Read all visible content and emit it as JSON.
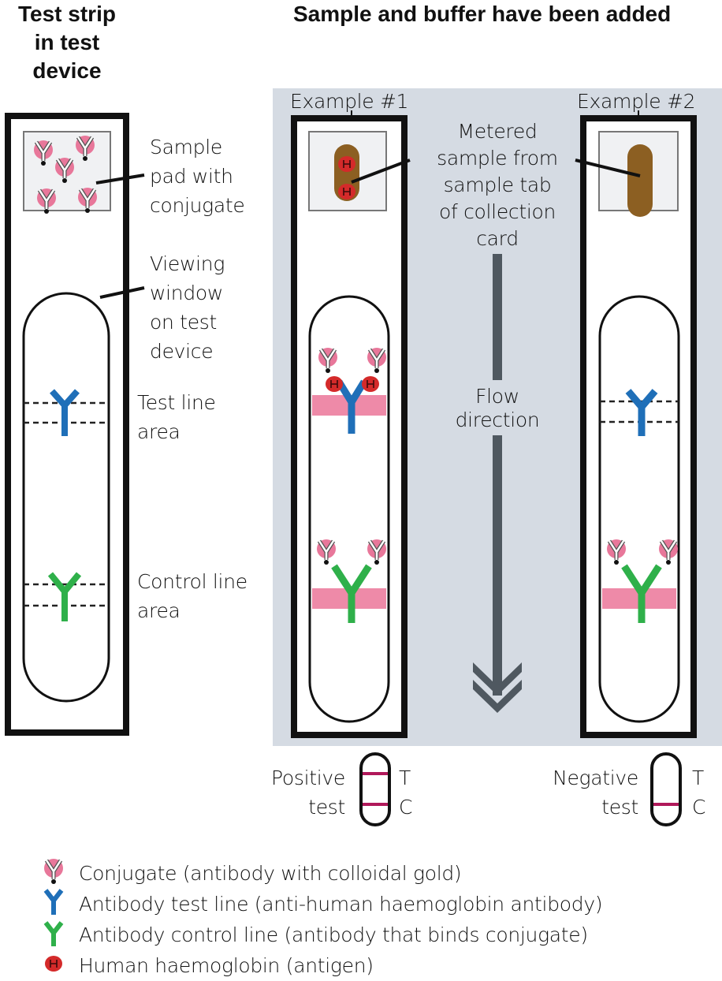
{
  "titles": {
    "left": "Test strip in test device",
    "left_lines": [
      "Test strip",
      "in test",
      "device"
    ],
    "right": "Sample and buffer have been added"
  },
  "examples": {
    "ex1": "Example #1",
    "ex2": "Example #2"
  },
  "labels": {
    "sample_pad": [
      "Sample",
      "pad with",
      "conjugate"
    ],
    "viewing_window": [
      "Viewing",
      "window",
      "on test",
      "device"
    ],
    "test_line": [
      "Test line",
      "area"
    ],
    "control_line": [
      "Control line",
      "area"
    ],
    "metered_sample": [
      "Metered",
      "sample from",
      "sample tab",
      "of collection",
      "card"
    ],
    "flow": [
      "Flow",
      "direction"
    ]
  },
  "results": {
    "positive": {
      "line1": "Positive",
      "line2": "test",
      "t": "T",
      "c": "C",
      "test_line_visible": true,
      "control_line_visible": true
    },
    "negative": {
      "line1": "Negative",
      "line2": "test",
      "t": "T",
      "c": "C",
      "test_line_visible": false,
      "control_line_visible": true
    }
  },
  "legend": [
    {
      "icon": "conjugate-icon",
      "text": "Conjugate (antibody with colloidal gold)"
    },
    {
      "icon": "test-antibody-icon",
      "text": "Antibody test line (anti-human haemoglobin antibody)"
    },
    {
      "icon": "control-antibody-icon",
      "text": "Antibody control line (antibody that binds conjugate)"
    },
    {
      "icon": "haemoglobin-icon",
      "text": "Human haemoglobin (antigen)"
    }
  ],
  "colors": {
    "panel_bg": "#d5dbe3",
    "test_antibody": "#1f6fb8",
    "control_antibody": "#2fb04a",
    "conjugate_pink": "#e8779a",
    "band_pink": "#ee8aa8",
    "result_line": "#b0185a",
    "sample_brown": "#8c5f22",
    "haemoglobin_red": "#d42a2a",
    "arrow_gray": "#4f5860"
  }
}
